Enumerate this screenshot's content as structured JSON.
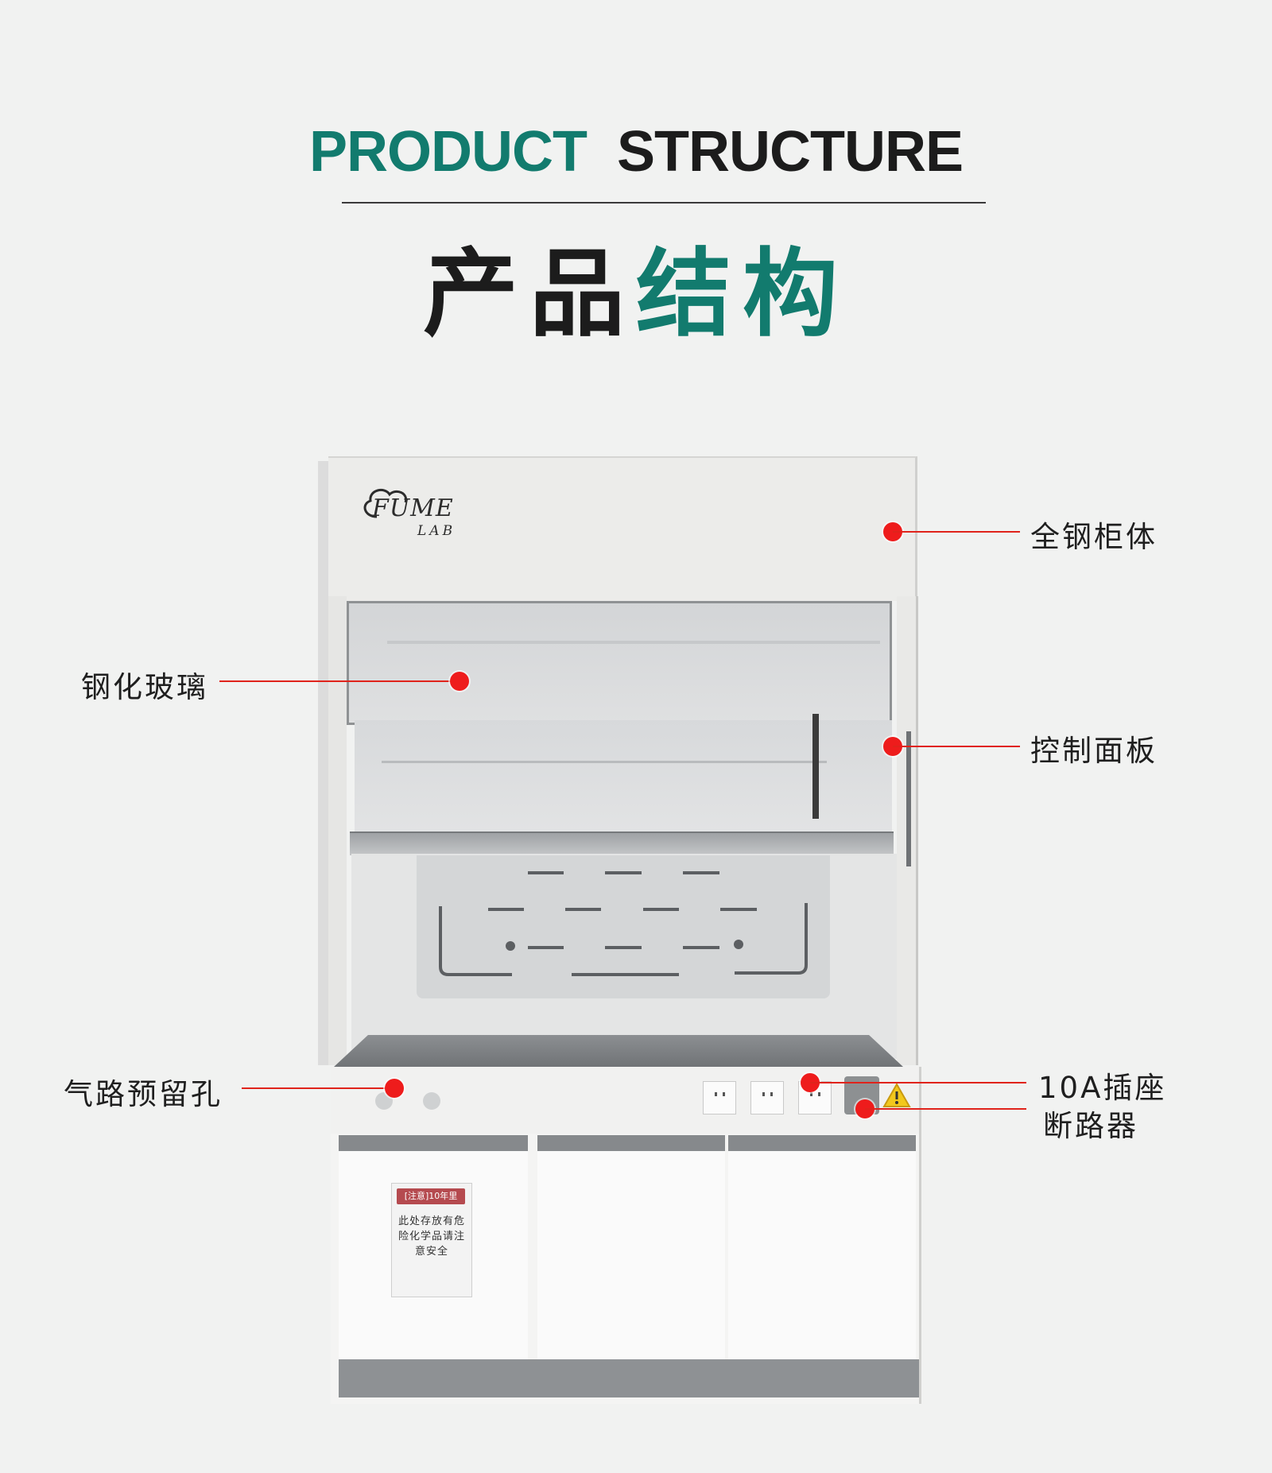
{
  "heading": {
    "en_word1": "PRODUCT",
    "en_word2": "STRUCTURE",
    "cn_part1": "产品",
    "cn_part2": "结构"
  },
  "brand": {
    "line1": "FUME",
    "line2": "LAB"
  },
  "callouts": {
    "steel_body": "全钢柜体",
    "tempered_glass": "钢化玻璃",
    "control_panel": "控制面板",
    "gas_holes": "气路预留孔",
    "socket": "10A插座",
    "breaker": "断路器"
  },
  "warning_label": {
    "header": "[注意]10年里",
    "body": "此处存放有危险化学品请注意安全"
  },
  "colors": {
    "accent": "#127b6e",
    "marker": "#ee1c1c",
    "background": "#f1f2f1"
  }
}
